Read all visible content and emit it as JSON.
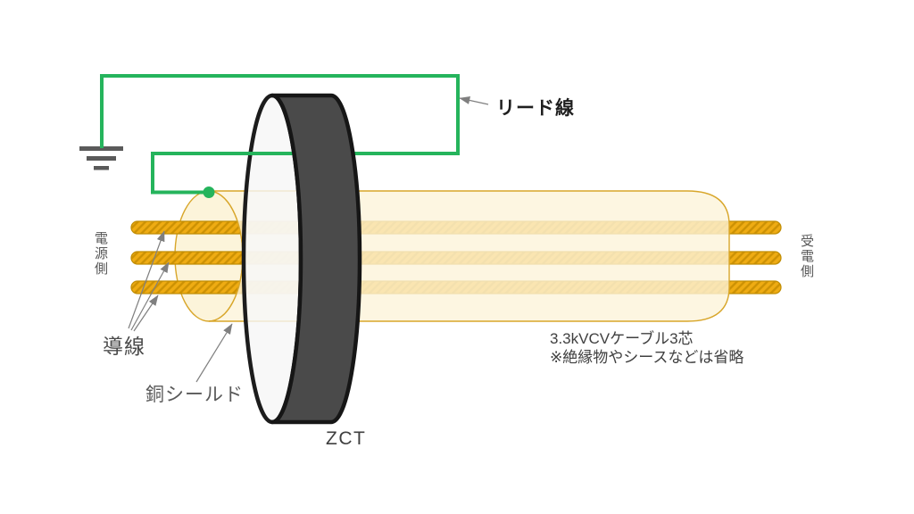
{
  "diagram": {
    "title_hint": "ZCT on 3-core CV cable wiring diagram",
    "labels": {
      "lead_wire": "リード線",
      "conductor": "導線",
      "copper_shield": "銅シールド",
      "zct": "ZCT",
      "source_side": "電源側",
      "load_side": "受電側",
      "cable_note_line1": "3.3kVCVケーブル3芯",
      "cable_note_line2": "※絶縁物やシースなどは省略"
    },
    "colors": {
      "lead_wire_green": "#25B45C",
      "wire_amber": "#EFAC13",
      "wire_hatch": "#CC9103",
      "wire_border": "#C08D05",
      "cable_cream": "#FCF4DA",
      "cable_outline_tan": "#D8A62A",
      "zct_band_gray": "#4A4A4A",
      "zct_edge_black": "#161616",
      "zct_face_white": "#F7F7F7",
      "ground_gray": "#5A5A5A",
      "arrow_gray": "#7F7F7F"
    }
  }
}
